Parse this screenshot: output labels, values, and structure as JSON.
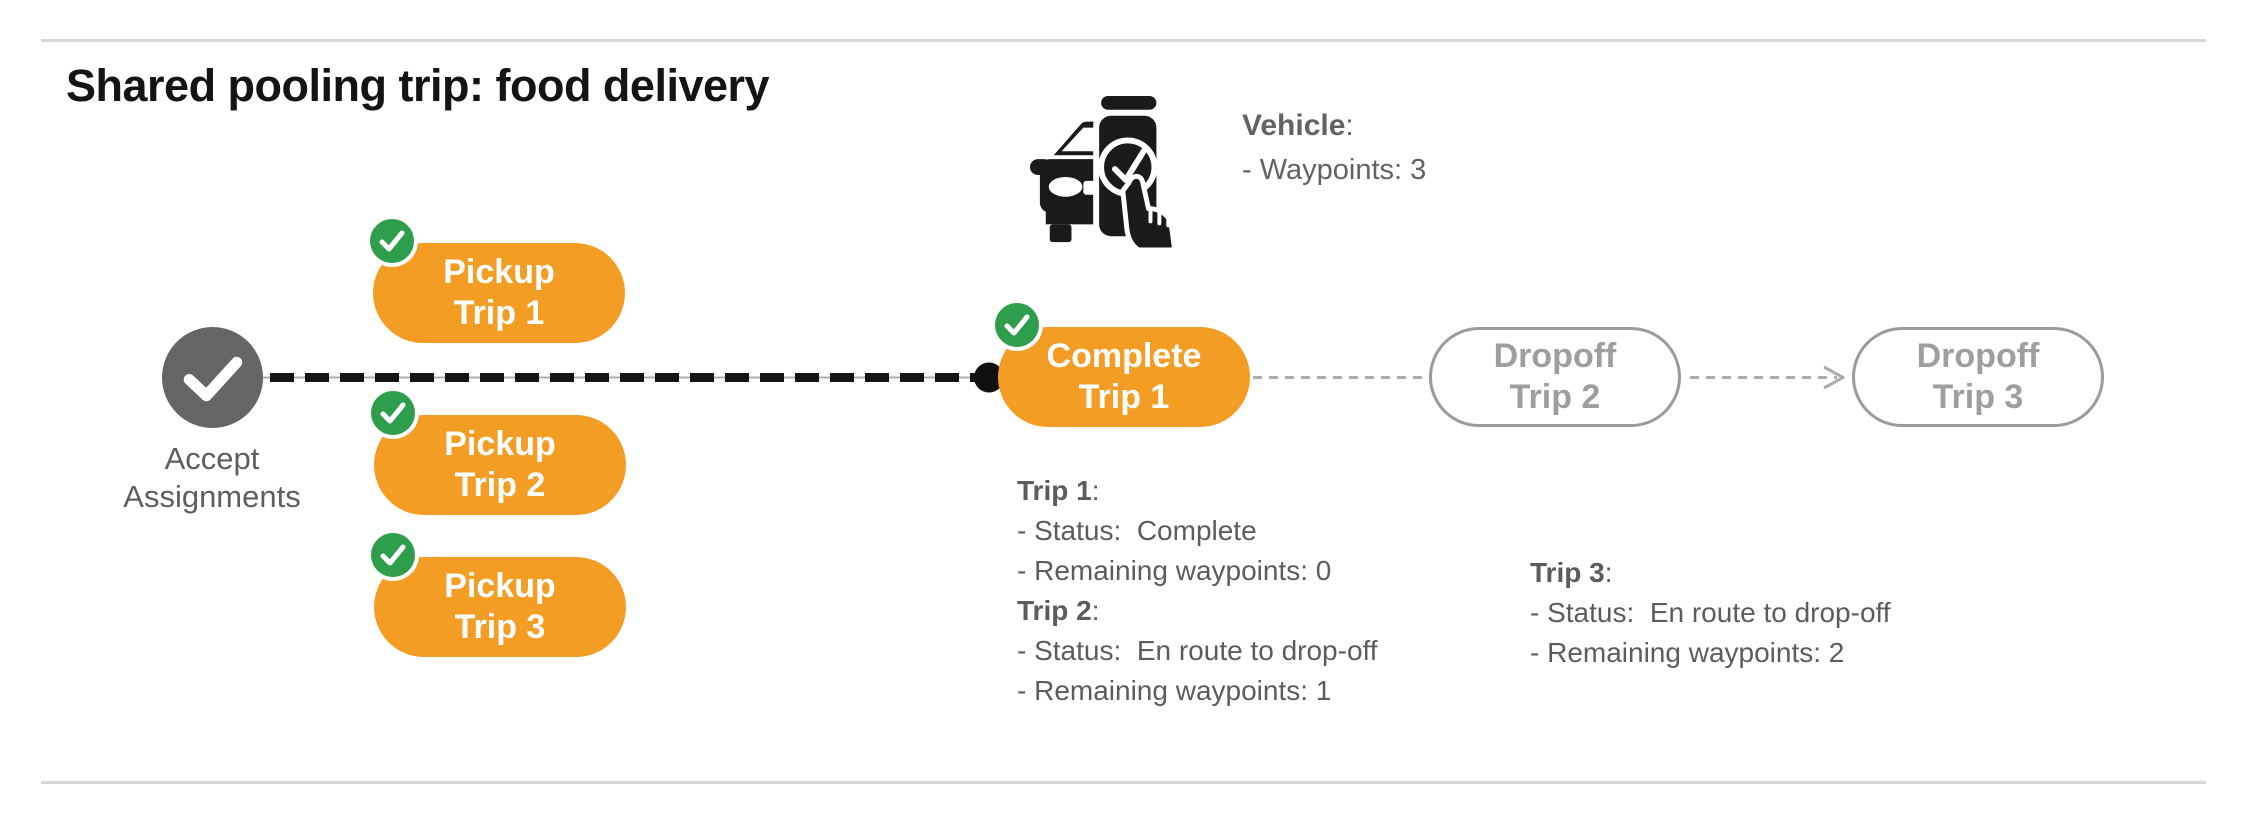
{
  "page": {
    "title": "Shared pooling trip: food delivery"
  },
  "vehicle_info": {
    "icon": "car-phone-check-icon",
    "label": "Vehicle",
    "colon": ":",
    "waypoints_line": "- Waypoints: 3"
  },
  "flow": {
    "accept_node": {
      "icon": "check-icon",
      "label_line1": "Accept",
      "label_line2": "Assignments"
    },
    "pickup_nodes": [
      {
        "badge_icon": "check-badge-icon",
        "line1": "Pickup",
        "line2": "Trip 1"
      },
      {
        "badge_icon": "check-badge-icon",
        "line1": "Pickup",
        "line2": "Trip 2"
      },
      {
        "badge_icon": "check-badge-icon",
        "line1": "Pickup",
        "line2": "Trip 3"
      }
    ],
    "complete_node": {
      "badge_icon": "check-badge-icon",
      "line1": "Complete",
      "line2": "Trip 1"
    },
    "dropoff_nodes": [
      {
        "line1": "Dropoff",
        "line2": "Trip 2"
      },
      {
        "line1": "Dropoff",
        "line2": "Trip 3"
      }
    ],
    "current_position_marker": "waypoint-dot"
  },
  "trip_status": {
    "block1": {
      "trip1_heading": "Trip 1",
      "trip1_colon": ":",
      "trip1_status": "- Status:  Complete",
      "trip1_waypoints": "- Remaining waypoints: 0",
      "trip2_heading": "Trip 2",
      "trip2_colon": ":",
      "trip2_status": "- Status:  En route to drop-off",
      "trip2_waypoints": "- Remaining waypoints: 1"
    },
    "block2": {
      "trip3_heading": "Trip 3",
      "trip3_colon": ":",
      "trip3_status": "- Status:  En route to drop-off",
      "trip3_waypoints": "- Remaining waypoints: 2"
    }
  },
  "colors": {
    "pill_orange": "#F49D25",
    "badge_green": "#2E9E4C",
    "accept_gray": "#656565",
    "title_black": "#141414",
    "text_gray": "#5E5E5E",
    "dropoff_gray": "#9E9E9E",
    "divider_gray": "#D6D6D6",
    "route_black": "#141414",
    "route_gray": "#ACACAC"
  }
}
